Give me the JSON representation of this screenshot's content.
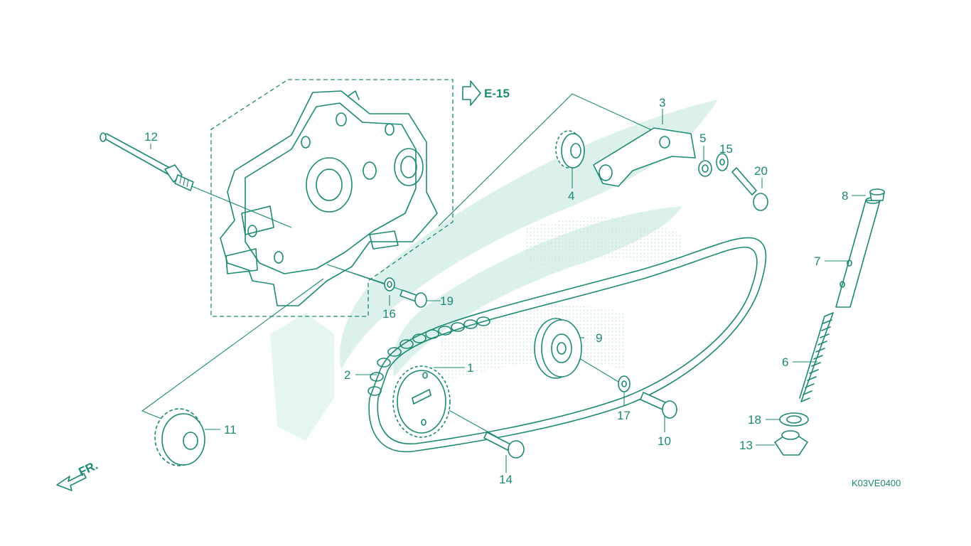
{
  "diagram": {
    "code": "K03VE0400",
    "reference": "E-15",
    "direction": "FR.",
    "accent_color": "#1b8a72",
    "watermark_color": "#d6efe8",
    "parts": [
      {
        "id": "p1",
        "label": "1"
      },
      {
        "id": "p2",
        "label": "2"
      },
      {
        "id": "p3",
        "label": "3"
      },
      {
        "id": "p4",
        "label": "4"
      },
      {
        "id": "p5",
        "label": "5"
      },
      {
        "id": "p6",
        "label": "6"
      },
      {
        "id": "p7",
        "label": "7"
      },
      {
        "id": "p8",
        "label": "8"
      },
      {
        "id": "p9",
        "label": "9"
      },
      {
        "id": "p10",
        "label": "10"
      },
      {
        "id": "p11",
        "label": "11"
      },
      {
        "id": "p12",
        "label": "12"
      },
      {
        "id": "p13",
        "label": "13"
      },
      {
        "id": "p14",
        "label": "14"
      },
      {
        "id": "p15",
        "label": "15"
      },
      {
        "id": "p16",
        "label": "16"
      },
      {
        "id": "p17",
        "label": "17"
      },
      {
        "id": "p18",
        "label": "18"
      },
      {
        "id": "p19",
        "label": "19"
      },
      {
        "id": "p20",
        "label": "20"
      }
    ]
  }
}
